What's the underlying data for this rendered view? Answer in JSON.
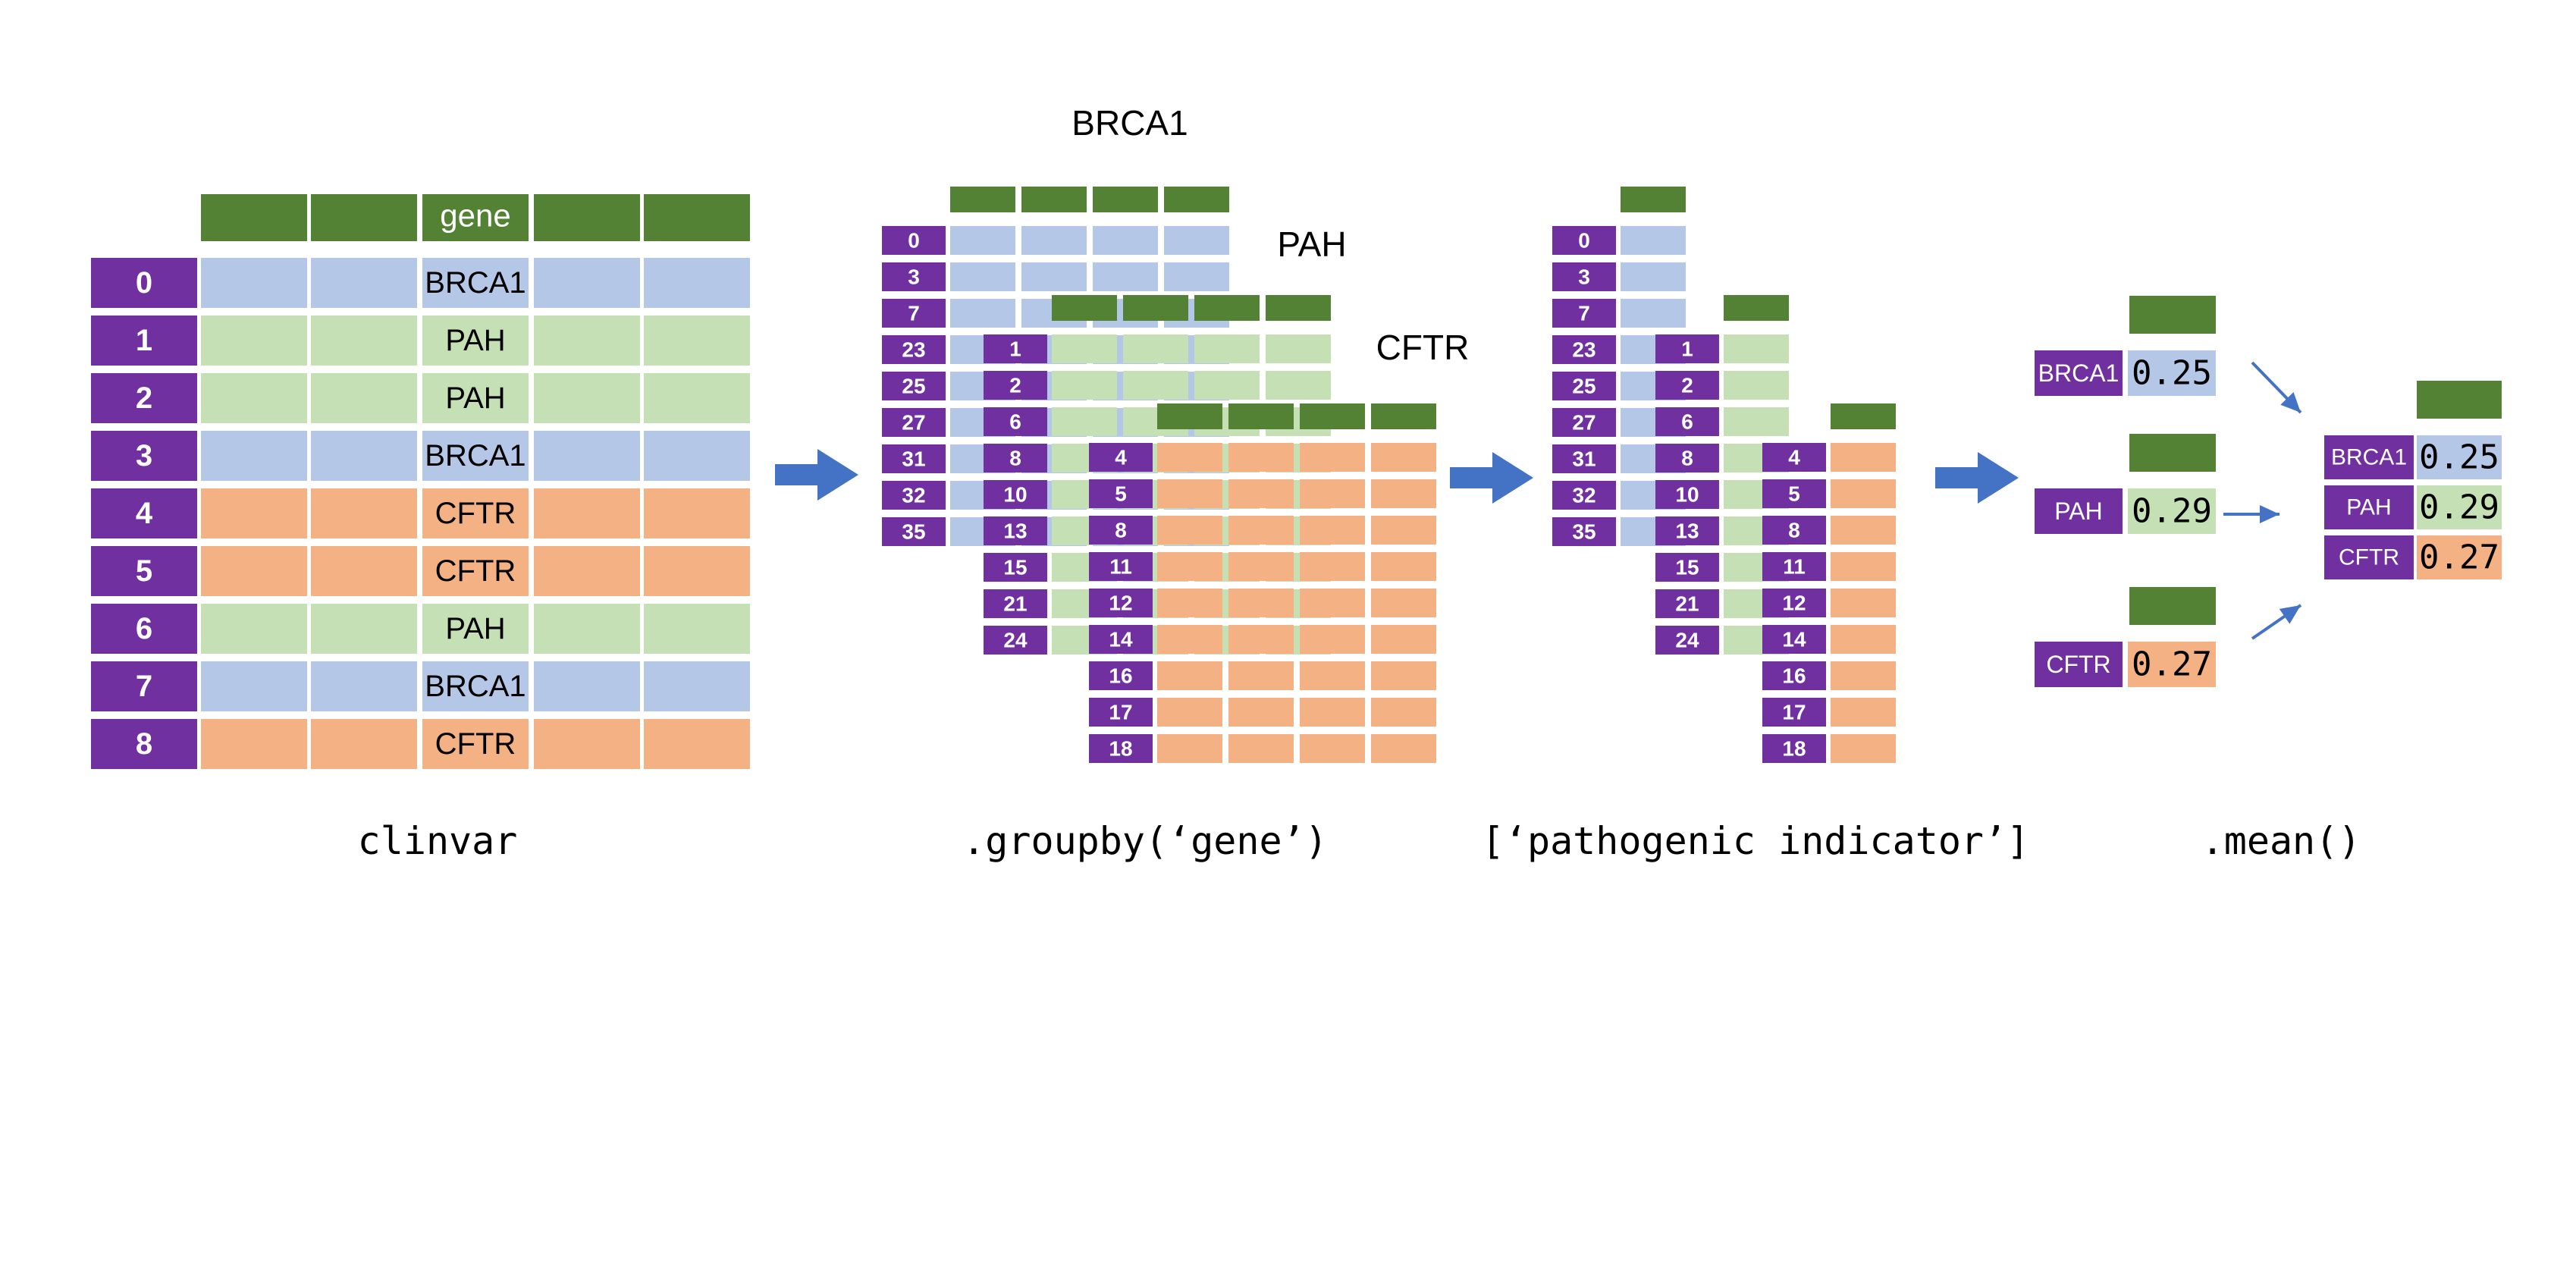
{
  "colors": {
    "header": "#548235",
    "index": "#7030A0",
    "BRCA1": "#B4C7E7",
    "PAH": "#C5E0B4",
    "CFTR": "#F4B183",
    "arrow": "#4472C4",
    "text_dark": "#000000",
    "text_light": "#ffffff"
  },
  "clinvar": {
    "caption": "clinvar",
    "gene_header": "gene",
    "rows": [
      {
        "index": "0",
        "gene": "BRCA1"
      },
      {
        "index": "1",
        "gene": "PAH"
      },
      {
        "index": "2",
        "gene": "PAH"
      },
      {
        "index": "3",
        "gene": "BRCA1"
      },
      {
        "index": "4",
        "gene": "CFTR"
      },
      {
        "index": "5",
        "gene": "CFTR"
      },
      {
        "index": "6",
        "gene": "PAH"
      },
      {
        "index": "7",
        "gene": "BRCA1"
      },
      {
        "index": "8",
        "gene": "CFTR"
      }
    ]
  },
  "groupby": {
    "caption": ".groupby(‘gene’)",
    "groups": [
      {
        "gene": "BRCA1",
        "label": "BRCA1",
        "indices": [
          "0",
          "3",
          "7",
          "23",
          "25",
          "27",
          "31",
          "32",
          "35"
        ]
      },
      {
        "gene": "PAH",
        "label": "PAH",
        "indices": [
          "1",
          "2",
          "6",
          "8",
          "10",
          "13",
          "15",
          "21",
          "24"
        ]
      },
      {
        "gene": "CFTR",
        "label": "CFTR",
        "indices": [
          "4",
          "5",
          "8",
          "11",
          "12",
          "14",
          "16",
          "17",
          "18"
        ]
      }
    ]
  },
  "select": {
    "caption": "[‘pathogenic indicator’]"
  },
  "mean": {
    "caption": ".mean()",
    "results": [
      {
        "gene": "BRCA1",
        "value": "0.25"
      },
      {
        "gene": "PAH",
        "value": "0.29"
      },
      {
        "gene": "CFTR",
        "value": "0.27"
      }
    ]
  }
}
